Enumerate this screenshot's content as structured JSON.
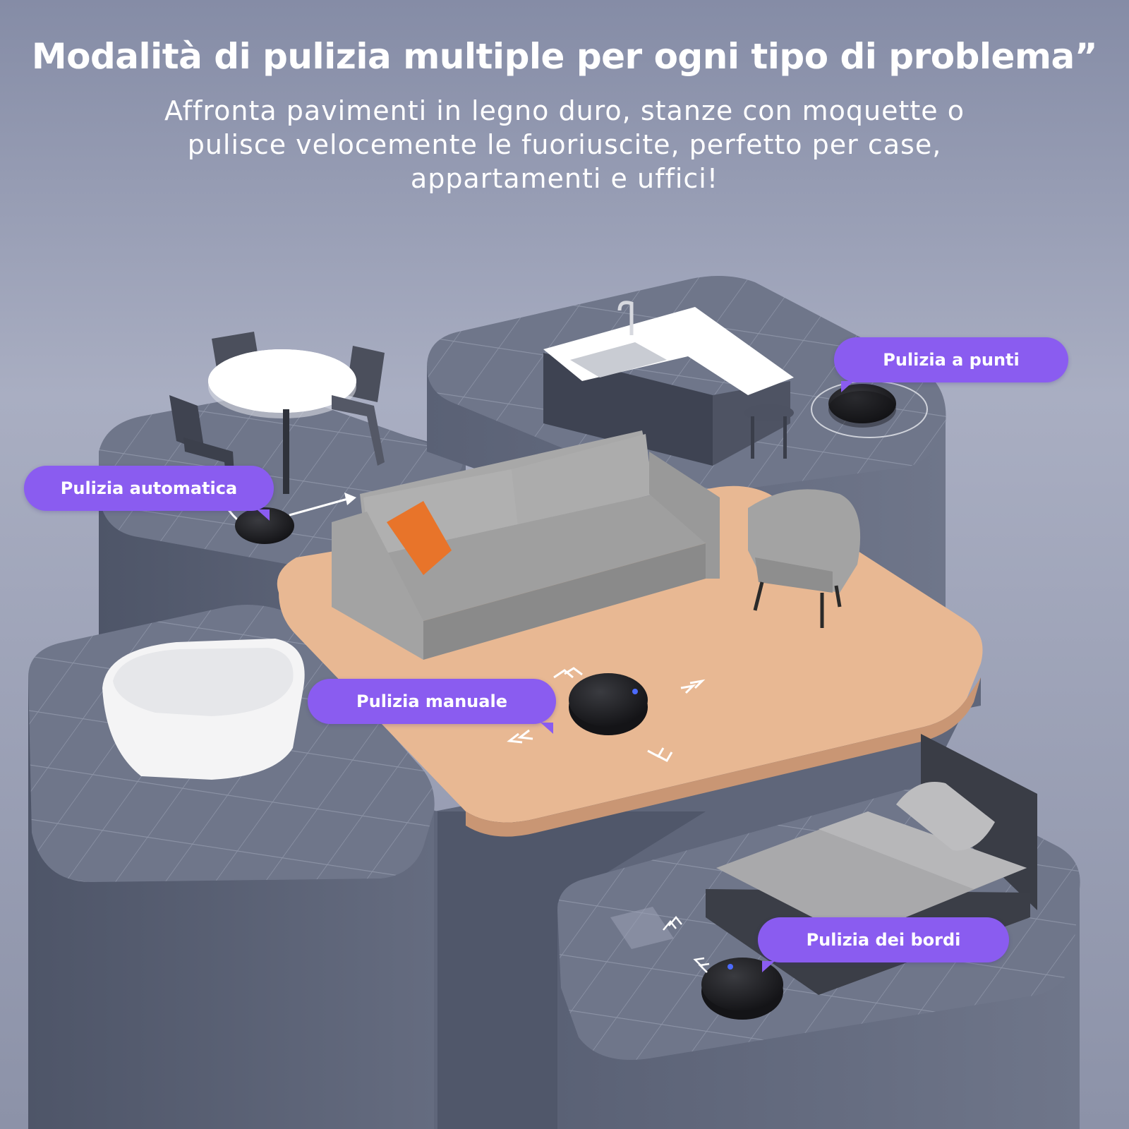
{
  "headline": "Modalità di pulizia multiple per ogni tipo di problema”",
  "subheadline": {
    "line1": "Affronta pavimenti in legno duro, stanze con moquette o",
    "line2": "pulisce velocemente le fuoriuscite, perfetto per case,",
    "line3": "appartamenti e uffici!"
  },
  "modes": {
    "spot": "Pulizia a punti",
    "auto": "Pulizia automatica",
    "manual": "Pulizia manuale",
    "edge": "Pulizia dei bordi"
  },
  "colors": {
    "bubble": "#8a5cf0",
    "background": "#9aa0b6",
    "pedestal": "#5d6478",
    "tile": "#737a8e",
    "rug": "#e8b893",
    "sofa": "#9a9a9a",
    "pillow": "#e8742a",
    "robot": "#1f2024"
  }
}
